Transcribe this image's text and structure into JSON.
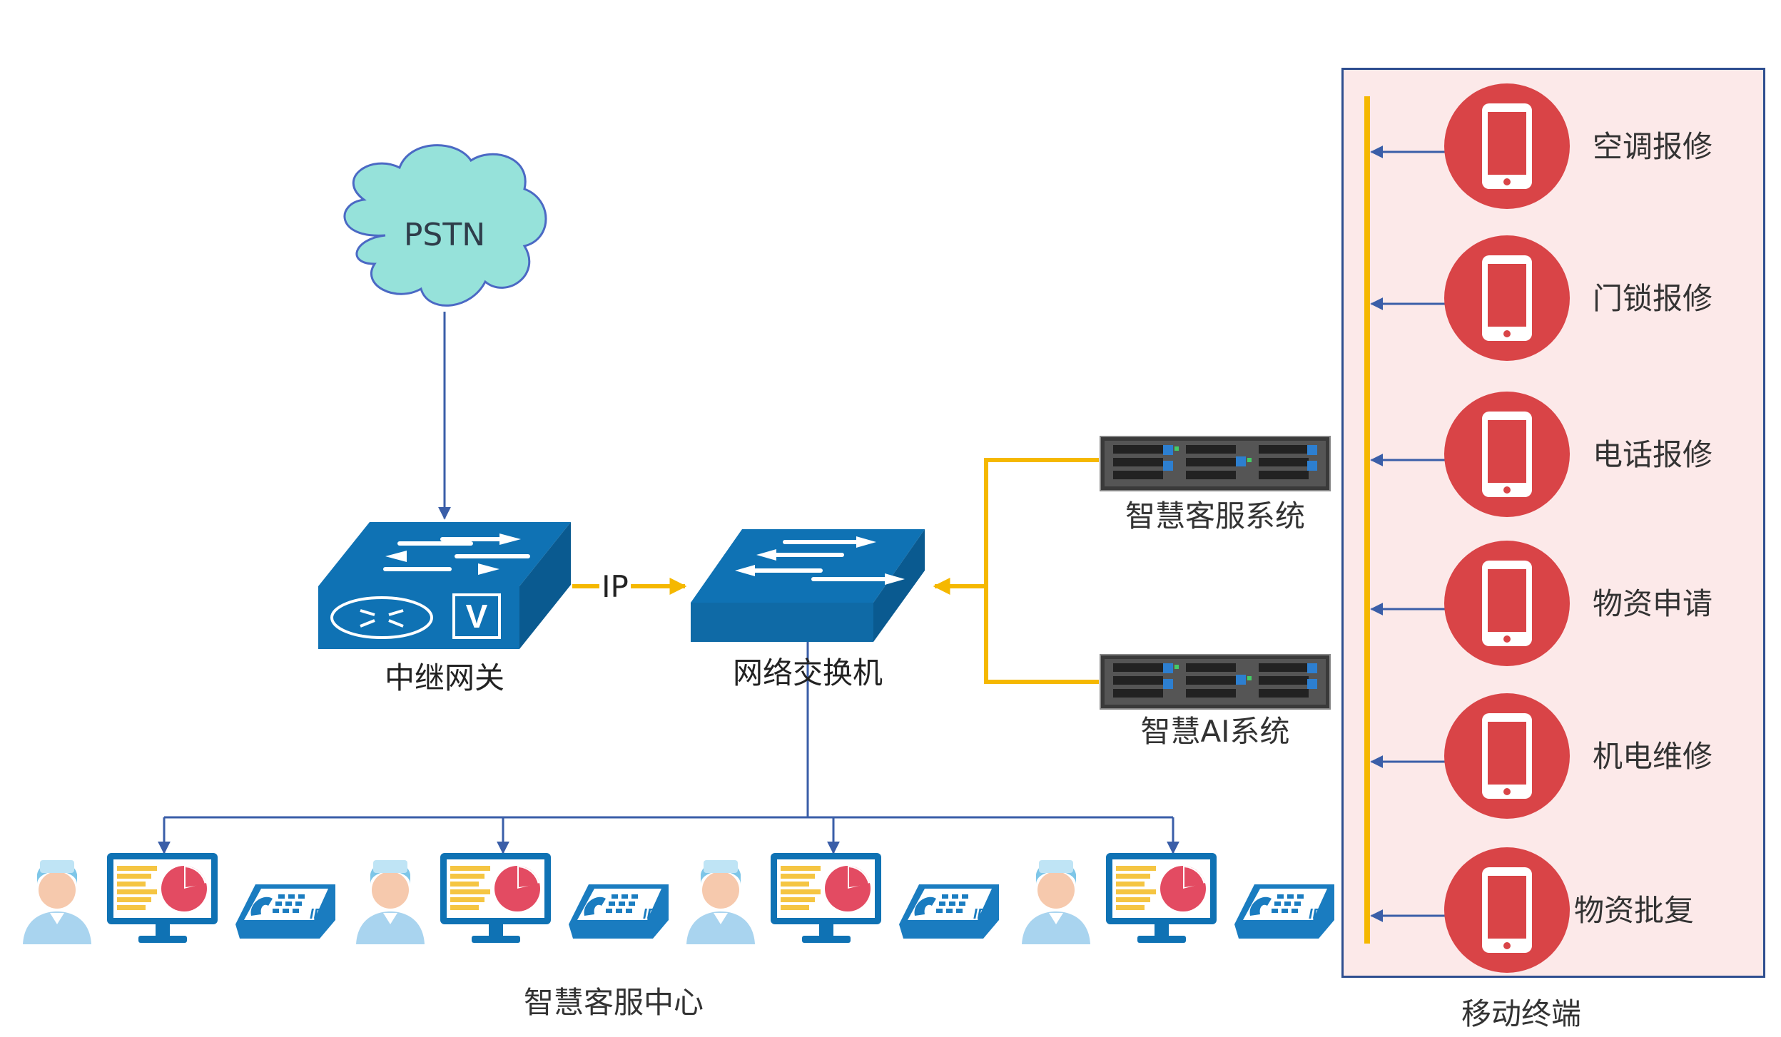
{
  "cloud": {
    "label": "PSTN"
  },
  "gateway": {
    "label": "中继网关",
    "badge": "V"
  },
  "link": {
    "label": "IP"
  },
  "switch": {
    "label": "网络交换机"
  },
  "servers": [
    {
      "label": "智慧客服系统"
    },
    {
      "label": "智慧AI系统"
    }
  ],
  "call_center": {
    "label": "智慧客服中心",
    "phone_badge": "IP",
    "stations": [
      {},
      {},
      {},
      {}
    ]
  },
  "mobile": {
    "label": "移动终端",
    "items": [
      {
        "label": "空调报修"
      },
      {
        "label": "门锁报修"
      },
      {
        "label": "电话报修"
      },
      {
        "label": "物资申请"
      },
      {
        "label": "机电维修"
      },
      {
        "label": "物资批复"
      }
    ]
  },
  "colors": {
    "connector": "#3a5ea8",
    "highlight": "#f5b800",
    "device_blue": "#0f72b4",
    "phone_red": "#d94447",
    "panel_bg": "#fce9e9",
    "cloud": "#96e2da"
  }
}
